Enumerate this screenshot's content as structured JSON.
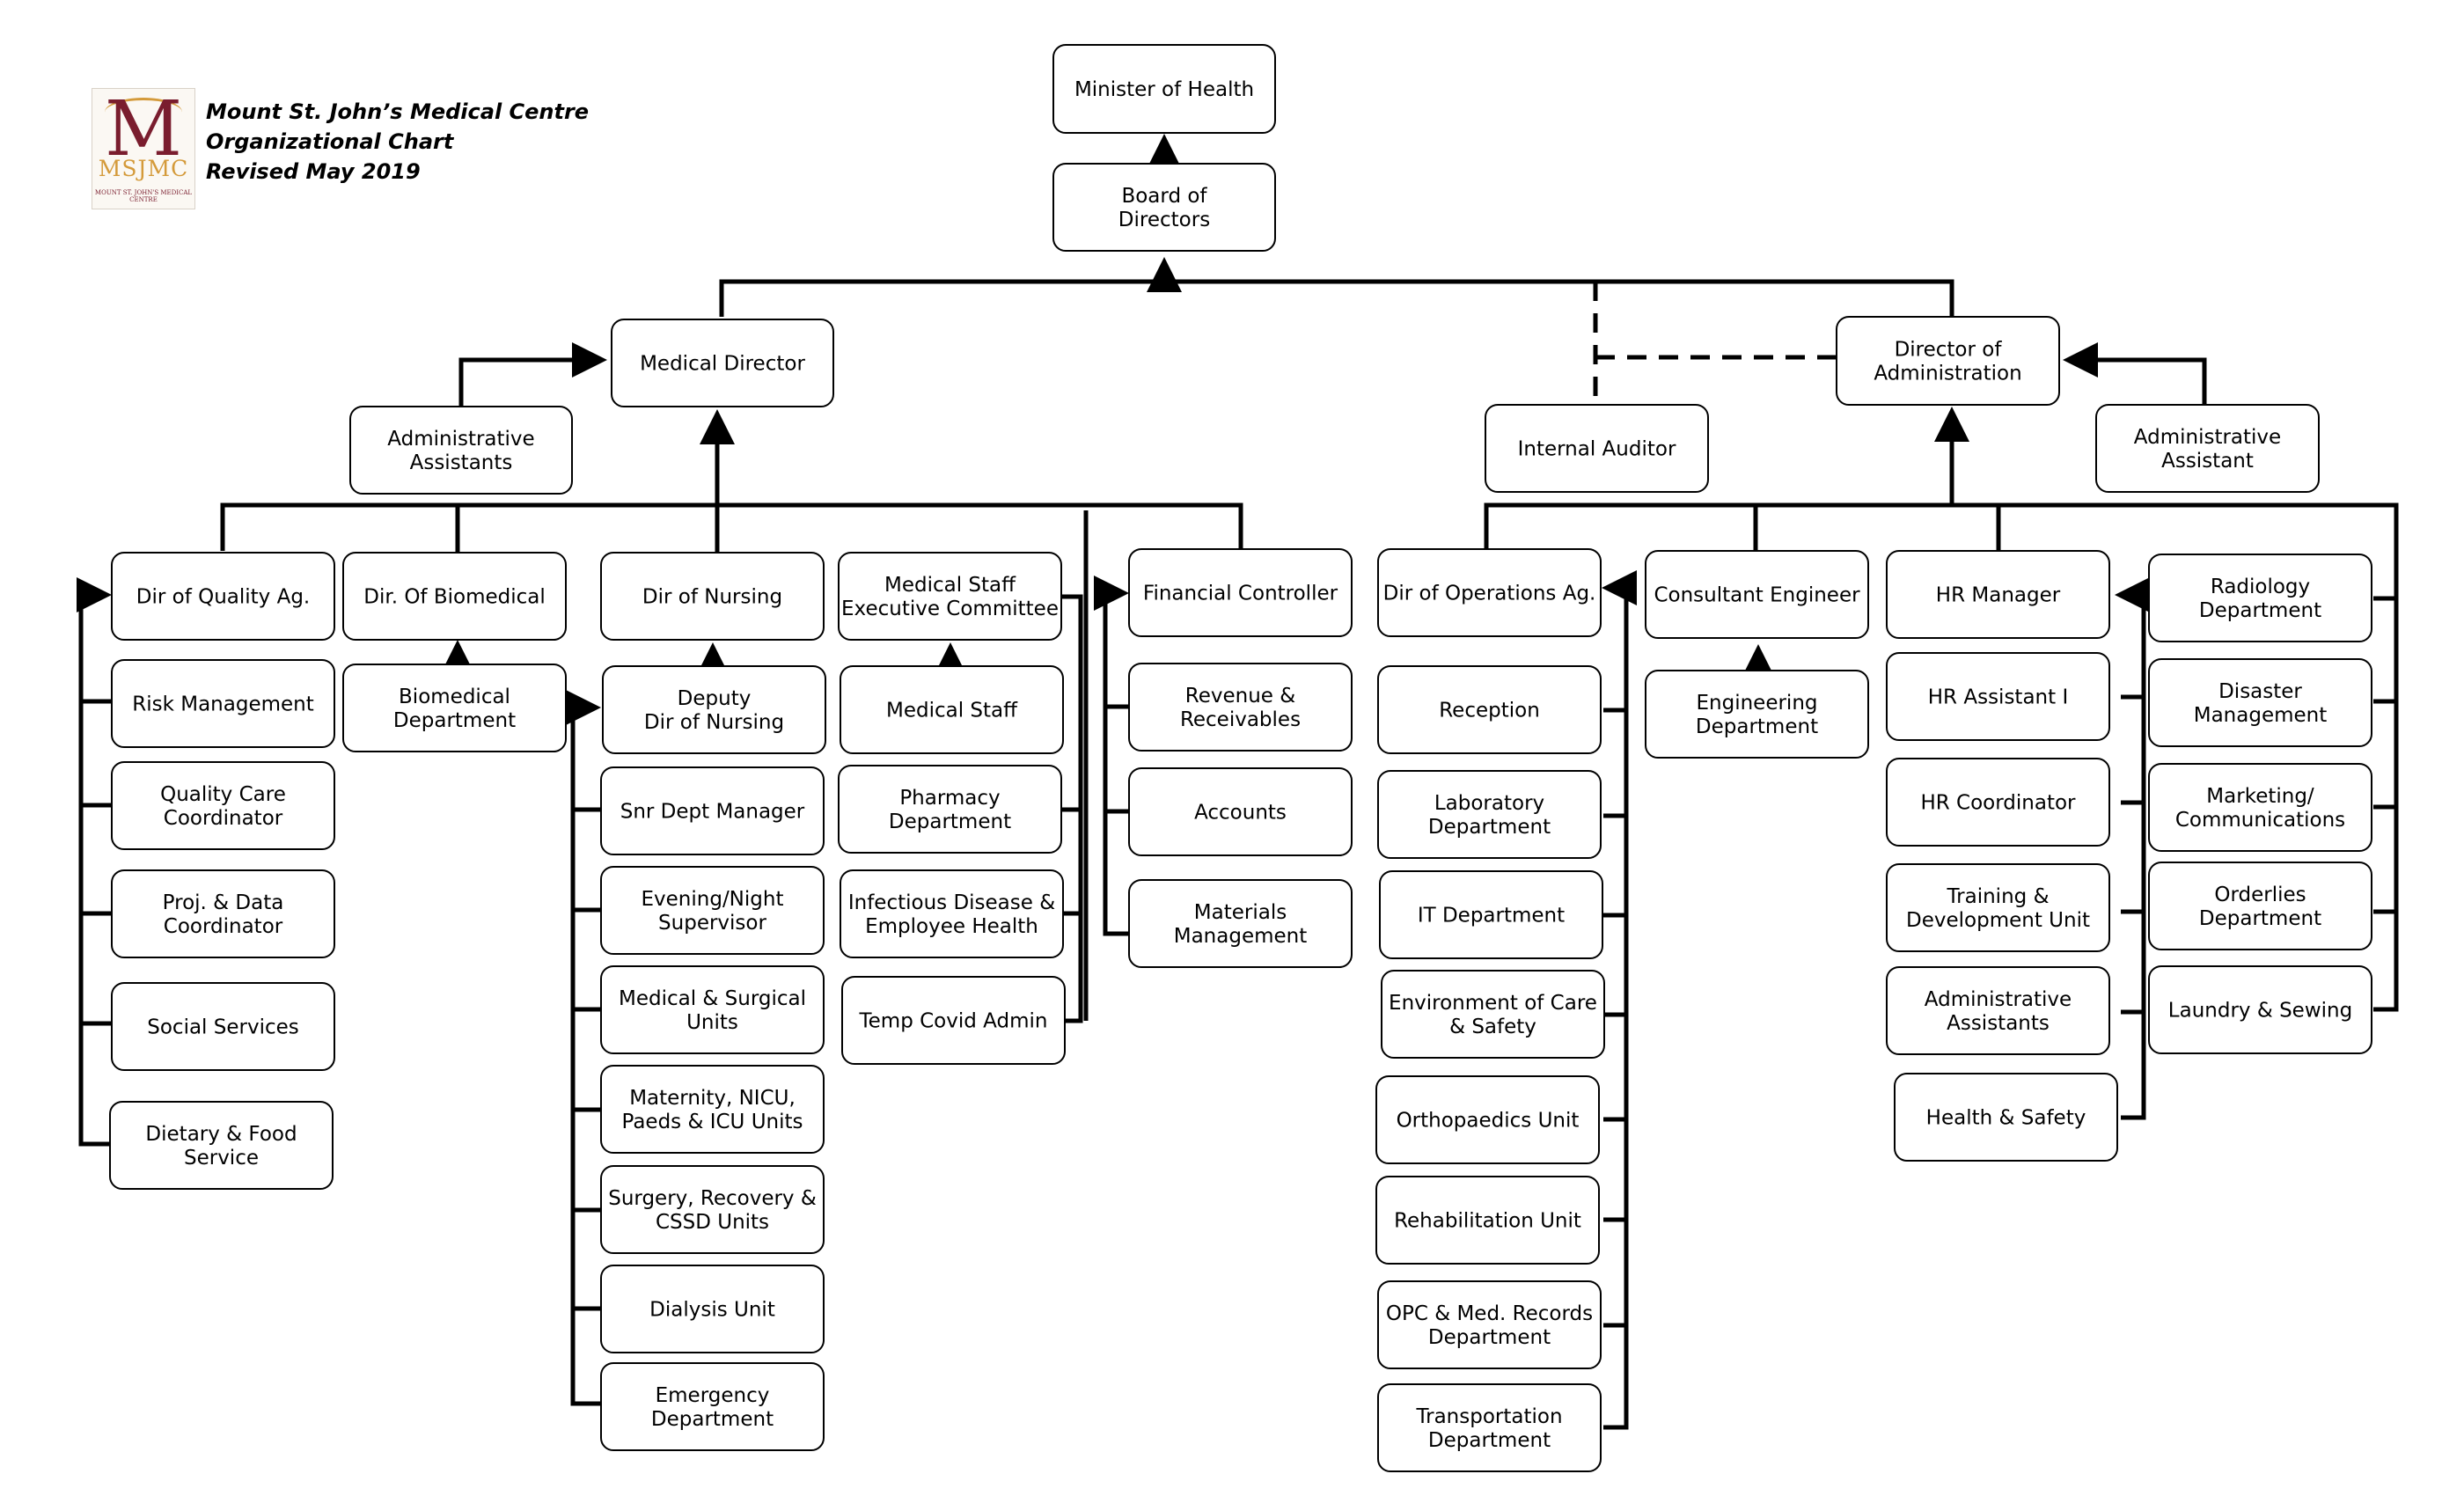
{
  "header": {
    "logo": {
      "initial": "M",
      "acronym": "MSJMC",
      "subtitle": "MOUNT ST. JOHN'S MEDICAL CENTRE",
      "colors": {
        "maroon": "#7a1d2e",
        "gold": "#d49a3a"
      }
    },
    "title": "Mount St. John’s Medical Centre",
    "subtitle": "Organizational Chart",
    "revised": "Revised May 2019"
  },
  "boxes": {
    "minister": [
      "Minister of Health"
    ],
    "board": [
      "Board of",
      "Directors"
    ],
    "med_director": [
      "Medical Director"
    ],
    "admin_asst_left": [
      "Administrative",
      "Assistants"
    ],
    "internal_auditor": [
      "Internal Auditor"
    ],
    "dir_admin": [
      "Director of",
      "Administration"
    ],
    "admin_asst_right": [
      "Administrative",
      "Assistant"
    ],
    "dir_quality": [
      "Dir of Quality Ag."
    ],
    "risk_mgmt": [
      "Risk Management"
    ],
    "quality_care": [
      "Quality Care",
      "Coordinator"
    ],
    "proj_data": [
      "Proj. & Data",
      "Coordinator"
    ],
    "social_services": [
      "Social Services"
    ],
    "dietary": [
      "Dietary & Food",
      "Service"
    ],
    "dir_biomedical": [
      "Dir. Of Biomedical"
    ],
    "biomedical_dept": [
      "Biomedical",
      "Department"
    ],
    "dir_nursing": [
      "Dir of Nursing"
    ],
    "deputy_nursing": [
      "Deputy",
      "Dir of Nursing"
    ],
    "snr_dept_mgr": [
      "Snr Dept Manager"
    ],
    "evening_night": [
      "Evening/Night",
      "Supervisor"
    ],
    "med_surg": [
      "Medical & Surgical",
      "Units"
    ],
    "maternity": [
      "Maternity, NICU,",
      "Paeds & ICU Units"
    ],
    "surgery_recovery": [
      "Surgery, Recovery &",
      "CSSD Units"
    ],
    "dialysis": [
      "Dialysis Unit"
    ],
    "emergency": [
      "Emergency",
      "Department"
    ],
    "med_staff_exec": [
      "Medical Staff",
      "Executive Committee"
    ],
    "medical_staff": [
      "Medical Staff"
    ],
    "pharmacy": [
      "Pharmacy",
      "Department"
    ],
    "infectious": [
      "Infectious Disease &",
      "Employee Health"
    ],
    "temp_covid": [
      "Temp Covid Admin"
    ],
    "fin_controller": [
      "Financial Controller"
    ],
    "revenue": [
      "Revenue &",
      "Receivables"
    ],
    "accounts": [
      "Accounts"
    ],
    "materials": [
      "Materials",
      "Management"
    ],
    "dir_operations": [
      "Dir of Operations Ag."
    ],
    "reception": [
      "Reception"
    ],
    "laboratory": [
      "Laboratory",
      "Department"
    ],
    "it_dept": [
      "IT Department"
    ],
    "env_care": [
      "Environment of Care",
      "& Safety"
    ],
    "orthopaedics": [
      "Orthopaedics Unit"
    ],
    "rehab": [
      "Rehabilitation Unit"
    ],
    "opc": [
      "OPC & Med. Records",
      "Department"
    ],
    "transport": [
      "Transportation",
      "Department"
    ],
    "consultant_eng": [
      "Consultant Engineer"
    ],
    "engineering_dept": [
      "Engineering",
      "Department"
    ],
    "hr_manager": [
      "HR Manager"
    ],
    "hr_asst": [
      "HR Assistant I"
    ],
    "hr_coord": [
      "HR Coordinator"
    ],
    "training": [
      "Training &",
      "Development Unit"
    ],
    "admin_assts_hr": [
      "Administrative",
      "Assistants"
    ],
    "health_safety": [
      "Health & Safety"
    ],
    "radiology": [
      "Radiology",
      "Department"
    ],
    "disaster": [
      "Disaster",
      "Management"
    ],
    "marketing": [
      "Marketing/",
      "Communications"
    ],
    "orderlies": [
      "Orderlies",
      "Department"
    ],
    "laundry": [
      "Laundry & Sewing"
    ]
  }
}
